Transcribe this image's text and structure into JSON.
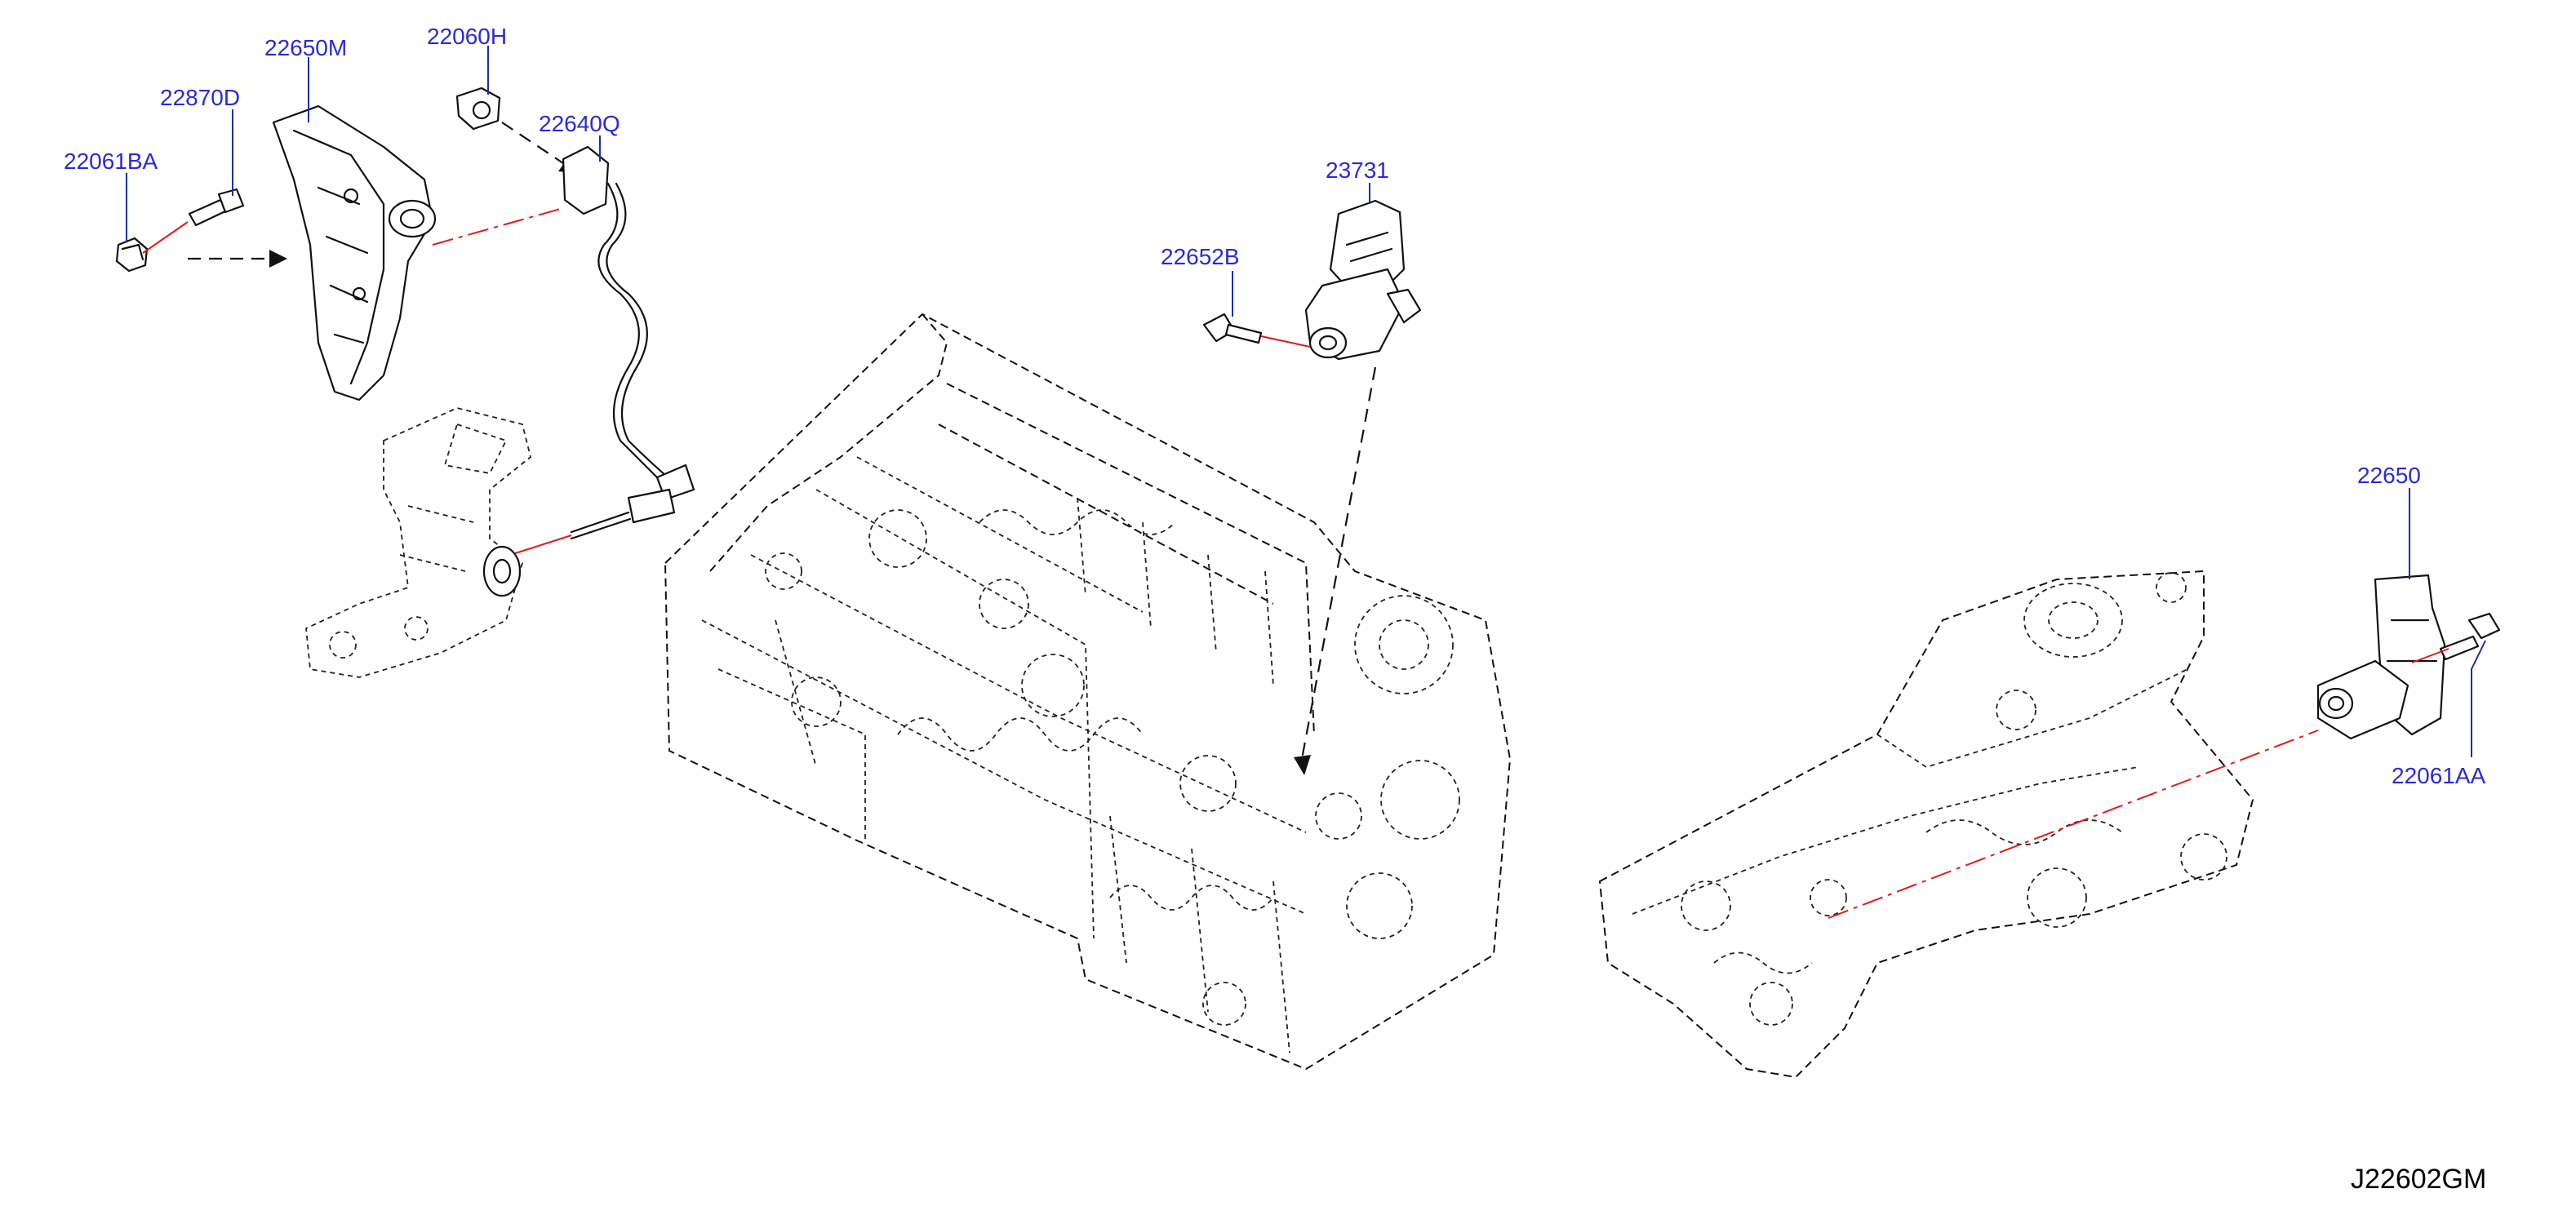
{
  "diagram": {
    "code": "J22602GM",
    "callouts": [
      {
        "id": "22650M",
        "label": "22650M"
      },
      {
        "id": "22060H",
        "label": "22060H"
      },
      {
        "id": "22870D",
        "label": "22870D"
      },
      {
        "id": "22640Q",
        "label": "22640Q"
      },
      {
        "id": "22061BA",
        "label": "22061BA"
      },
      {
        "id": "23731",
        "label": "23731"
      },
      {
        "id": "22652B",
        "label": "22652B"
      },
      {
        "id": "22650",
        "label": "22650"
      },
      {
        "id": "22061AA",
        "label": "22061AA"
      }
    ]
  }
}
